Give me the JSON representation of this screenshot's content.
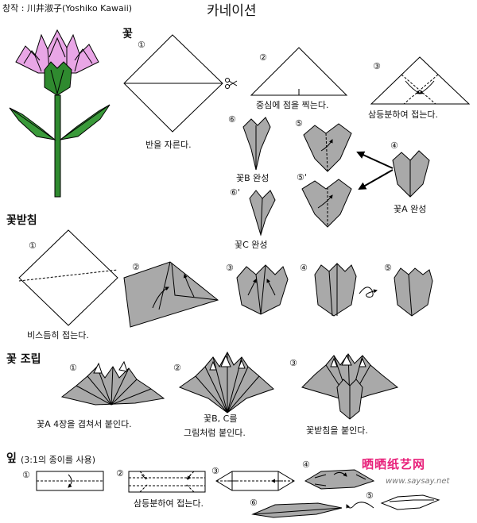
{
  "header": {
    "credit": "창작 : 川井淑子(Yoshiko Kawaii)",
    "title": "카네이션"
  },
  "sections": {
    "flower": "꽃",
    "receptacle": "꽃받침",
    "assembly": "꽃 조립",
    "leaf": "잎",
    "leaf_note": "(3:1의 종이를 사용)"
  },
  "steps": {
    "flower": {
      "s1": "①",
      "s1_caption": "반을 자른다.",
      "s2": "②",
      "s2_caption": "중심에 점을 찍는다.",
      "s3": "③",
      "s3_caption": "삼등분하여 접는다.",
      "s4": "④",
      "s4_caption": "꽃A 완성",
      "s5": "⑤",
      "s5b": "⑤'",
      "s6": "⑥",
      "s6_caption": "꽃B 완성",
      "s6b": "⑥'",
      "s6b_caption": "꽃C 완성"
    },
    "receptacle": {
      "s1": "①",
      "s1_caption": "비스듬히 접는다.",
      "s2": "②",
      "s3": "③",
      "s4": "④",
      "s5": "⑤"
    },
    "assembly": {
      "s1": "①",
      "s1_caption": "꽃A 4장을 겹쳐서 붙인다.",
      "s2": "②",
      "s2_caption_1": "꽃B, C를",
      "s2_caption_2": "그림처럼 붙인다.",
      "s3": "③",
      "s3_caption": "꽃받침을 붙인다."
    },
    "leaf": {
      "s1": "①",
      "s2": "②",
      "s2_caption": "삼등분하여 접는다.",
      "s3": "③",
      "s4": "④",
      "s5": "⑤",
      "s6": "⑥"
    }
  },
  "watermark": {
    "brand": "晒晒纸艺网",
    "url": "www.saysay.net"
  },
  "colors": {
    "petal": "#e9a6e6",
    "stem": "#2f8a2f",
    "leaf": "#3a9a3a",
    "paper_gray": "#a9a9a9",
    "watermark": "#e8207a"
  }
}
